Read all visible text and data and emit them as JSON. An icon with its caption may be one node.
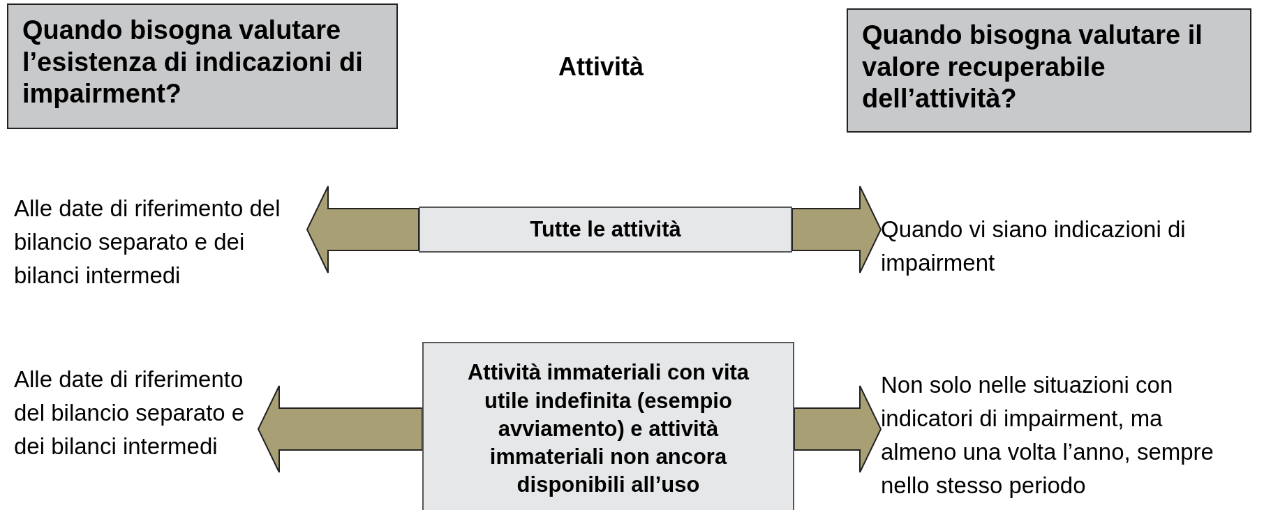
{
  "diagram": {
    "nodes": [
      {
        "text": [
          "Quando bisogna valutare l’esistenza di indicazioni di impairment?"
        ]
      },
      {
        "text": [
          "Quando bisogna valutare il valore recuperabile dell’attività?"
        ]
      },
      {
        "text": [
          "Alle date di riferimento del bilancio separato e dei bilanci intermedi"
        ]
      },
      {
        "text": [
          "Tutte le attività"
        ]
      },
      {
        "text": [
          "Quando vi siano indicazioni di impairment"
        ]
      },
      {
        "text": [
          "Alle date di riferimento del bilancio separato e dei bilanci intermedi"
        ]
      },
      {
        "text": [
          "Attività immateriali con vita utile indefinita (esempio avviamento) e attività immateriali non ancora disponibili all’uso"
        ]
      },
      {
        "text": [
          "Non solo nelle situazioni con indicatori di impairment, ma almeno una volta l’anno, sempre nello stesso periodo"
        ]
      }
    ],
    "edges": [
      {
        "from": 3,
        "to": 2,
        "arrow": "to"
      },
      {
        "from": 3,
        "to": 4,
        "arrow": "to"
      },
      {
        "from": 6,
        "to": 5,
        "arrow": "to"
      },
      {
        "from": 6,
        "to": 7,
        "arrow": "to"
      }
    ],
    "labels": [
      "Attività"
    ]
  }
}
